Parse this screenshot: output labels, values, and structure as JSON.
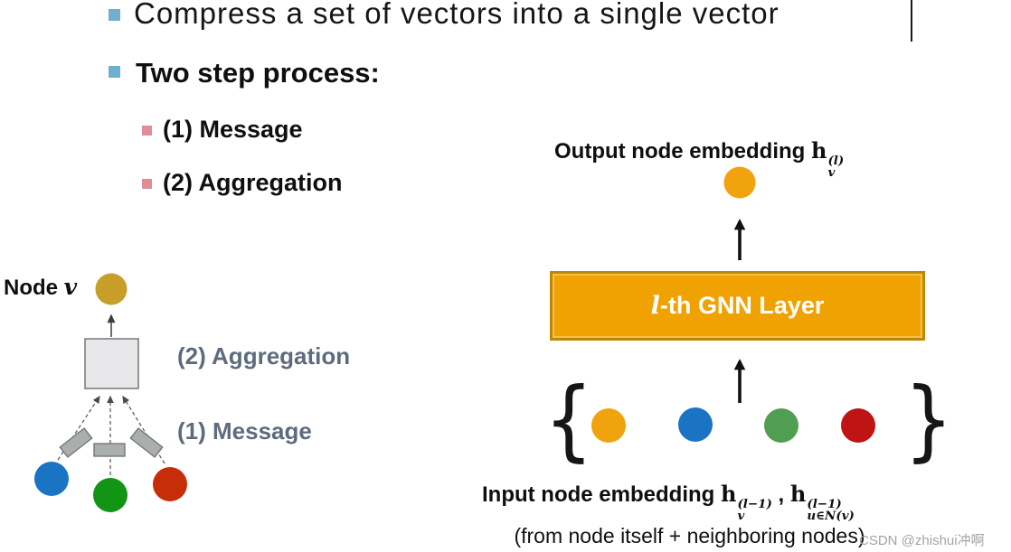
{
  "header": {
    "line1": "Compress a set of vectors into a single vector",
    "line2": "Two step process:",
    "sub1": "(1) Message",
    "sub2": "(2) Aggregation"
  },
  "left_diagram": {
    "node_label": "Node",
    "node_var": "v",
    "aggregation_label": "(2) Aggregation",
    "message_label": "(1) Message"
  },
  "right_diagram": {
    "output_label": "Output node embedding",
    "h": "h",
    "out_sup": "(l)",
    "sub_v": "v",
    "gnn_l": "l",
    "gnn_rest": "-th GNN Layer",
    "brace_left": "{",
    "brace_right": "}",
    "input_label": "Input node embedding",
    "in_sup": "(l−1)",
    "comma": ",",
    "sub_u": "u∈N(v)",
    "from_label": "(from node itself + neighboring nodes)"
  },
  "watermark": "CSDN @zhishui冲啊",
  "colors": {
    "bullet_teal": "#72AFCE",
    "bullet_pink": "#E18C96",
    "label_gray": "#5E6B7E",
    "gold_dark": "#C79E27",
    "gold_bright": "#F0A30C",
    "blue": "#1B73C4",
    "green_dark": "#129414",
    "green_soft": "#4F9E52",
    "red_dark": "#C62D09",
    "red_bright": "#C01414",
    "agg_box_fill": "#E8E8EA",
    "transform_rect_fill": "#ABAEAF",
    "gnn_fill": "#F0A202",
    "gnn_border": "#BE8704"
  }
}
